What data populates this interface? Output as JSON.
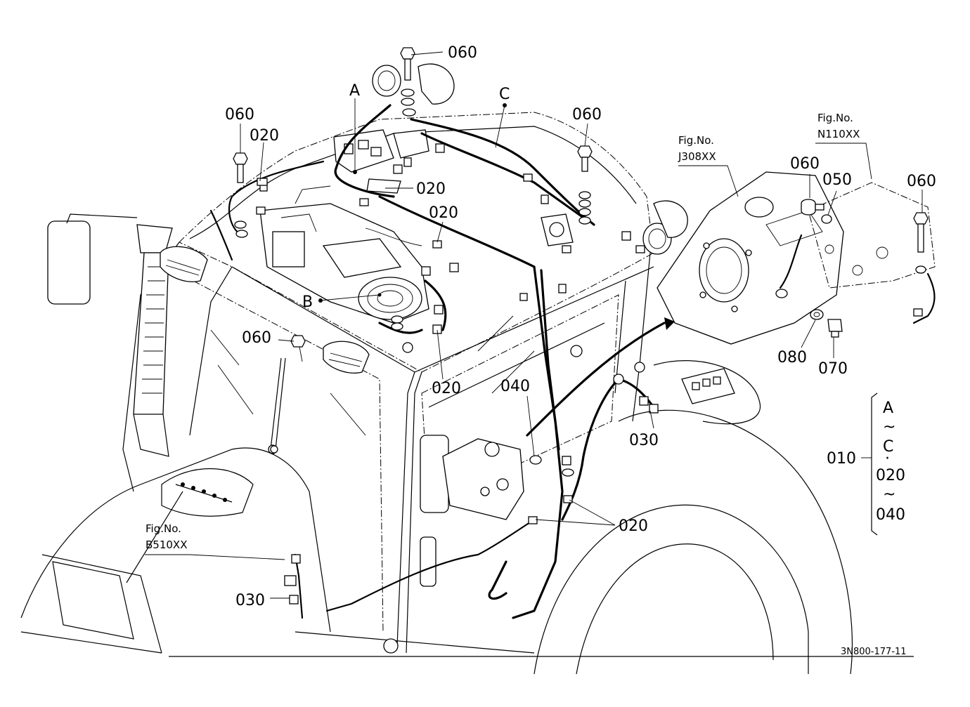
{
  "labels": {
    "l060_top": "060",
    "l060_left": "060",
    "l020_left": "020",
    "l060_right": "060",
    "l020_mid": "020",
    "l020_mid2": "020",
    "l060_lower": "060",
    "l020_lower": "020",
    "l040": "040",
    "l030_right": "030",
    "l020_bottom": "020",
    "l030_left": "030",
    "l060_j": "060",
    "l050": "050",
    "l060_n": "060",
    "l080": "080",
    "l070": "070",
    "letter_a": "A",
    "letter_b": "B",
    "letter_c": "C"
  },
  "fig_refs": {
    "j308": {
      "line1": "Fig.No.",
      "line2": "J308XX"
    },
    "n110": {
      "line1": "Fig.No.",
      "line2": "N110XX"
    },
    "b510": {
      "line1": "Fig.No.",
      "line2": "B510XX"
    }
  },
  "legend": {
    "label": "010",
    "items": [
      "A",
      "~",
      "C",
      "·",
      "020",
      "~",
      "040"
    ]
  },
  "drawing_code": "3N800-177-11"
}
